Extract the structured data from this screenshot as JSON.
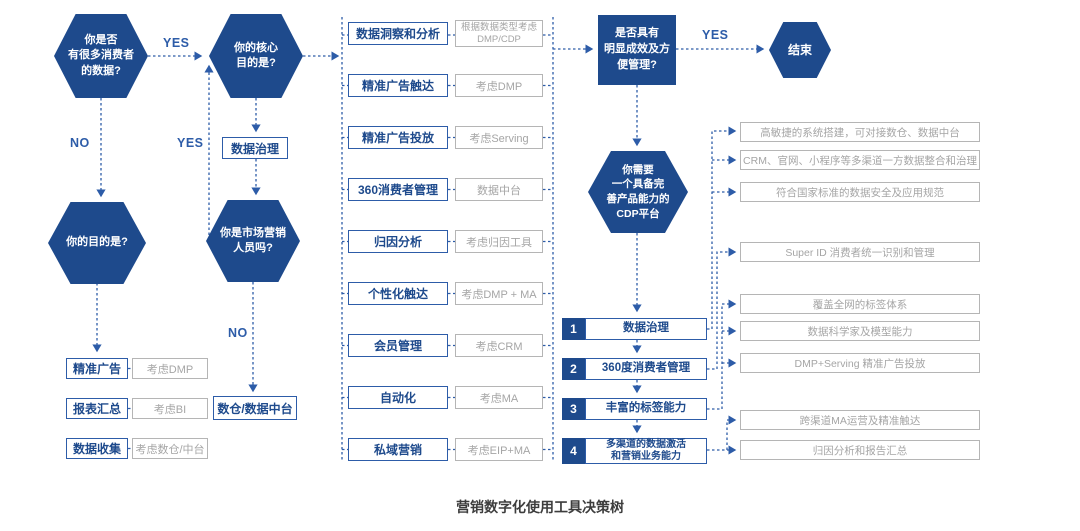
{
  "caption": "营销数字化使用工具决策树",
  "labels": {
    "yes_top": "YES",
    "no_left": "NO",
    "yes_mid": "YES",
    "no_bottom": "NO",
    "yes_right": "YES"
  },
  "hexagons": {
    "has_data": "你是否\n有很多消费者\n的数据?",
    "core_goal": "你的核心\n目的是?",
    "your_goal": "你的目的是?",
    "are_marketer": "你是市场营销\n人员吗?",
    "need_cdp": "你需要\n一个具备完\n善产品能力的\nCDP平台",
    "end": "结束"
  },
  "square_node": "是否具有\n明显成效及方\n便管理?",
  "data_governance_box": "数据治理",
  "warehouse_box": "数仓/数据中台",
  "left_results": [
    {
      "label": "精准广告",
      "hint": "考虑DMP"
    },
    {
      "label": "报表汇总",
      "hint": "考虑BI"
    },
    {
      "label": "数据收集",
      "hint": "考虑数仓/中台"
    }
  ],
  "middle_rows": [
    {
      "label": "数据洞察和分析",
      "hint": "根据数据类型考虑\nDMP/CDP"
    },
    {
      "label": "精准广告触达",
      "hint": "考虑DMP"
    },
    {
      "label": "精准广告投放",
      "hint": "考虑Serving"
    },
    {
      "label": "360消费者管理",
      "hint": "数据中台"
    },
    {
      "label": "归因分析",
      "hint": "考虑归因工具"
    },
    {
      "label": "个性化触达",
      "hint": "考虑DMP + MA"
    },
    {
      "label": "会员管理",
      "hint": "考虑CRM"
    },
    {
      "label": "自动化",
      "hint": "考虑MA"
    },
    {
      "label": "私域营销",
      "hint": "考虑EIP+MA"
    }
  ],
  "capabilities": [
    {
      "num": "1",
      "label": "数据治理"
    },
    {
      "num": "2",
      "label": "360度消费者管理"
    },
    {
      "num": "3",
      "label": "丰富的标签能力"
    },
    {
      "num": "4",
      "label": "多渠道的数据激活\n和营销业务能力"
    }
  ],
  "features": [
    "高敏捷的系统搭建，可对接数仓、数据中台",
    "CRM、官网、小程序等多渠道一方数据整合和治理",
    "符合国家标准的数据安全及应用规范",
    "Super ID 消费者统一识别和管理",
    "覆盖全网的标签体系",
    "数据科学家及模型能力",
    "DMP+Serving 精准广告投放",
    "跨渠道MA运营及精准触达",
    "归因分析和报告汇总"
  ],
  "colors": {
    "navy": "#1e4a8c",
    "line_blue": "#2d5ca8",
    "gray_border": "#b5b5b5",
    "gray_text": "#a5a5a5",
    "caption_text": "#3d3d3d"
  }
}
